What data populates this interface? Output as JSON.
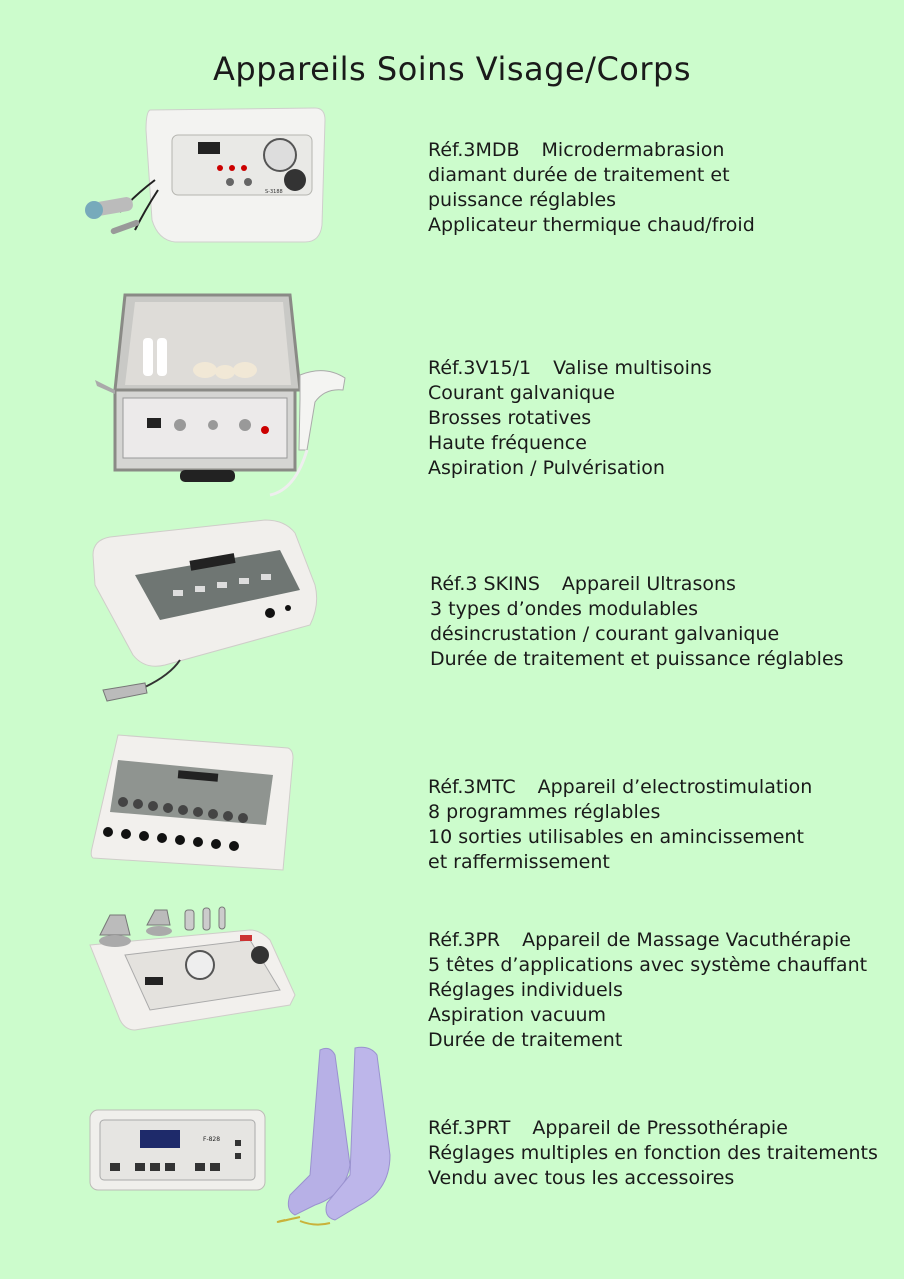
{
  "title": "Appareils Soins Visage/Corps",
  "products": [
    {
      "ref": "Réf.3MDB",
      "name": "Microdermabrasion",
      "lines": [
        "diamant durée de traitement et",
        "puissance réglables",
        "Applicateur thermique chaud/froid"
      ],
      "device_label": "S-3188"
    },
    {
      "ref": "Réf.3V15/1",
      "name": "Valise multisoins",
      "lines": [
        "Courant galvanique",
        "Brosses rotatives",
        "Haute fréquence",
        "Aspiration / Pulvérisation"
      ]
    },
    {
      "ref": "Réf.3 SKINS",
      "name": "Appareil Ultrasons",
      "lines": [
        "3 types d’ondes modulables",
        "désincrustation / courant galvanique",
        "Durée de traitement et puissance réglables"
      ]
    },
    {
      "ref": "Réf.3MTC",
      "name": "Appareil d’electrostimulation",
      "lines": [
        "8 programmes réglables",
        "10 sorties utilisables en amincissement",
        "et raffermissement"
      ]
    },
    {
      "ref": "Réf.3PR",
      "name": "Appareil de Massage Vacuthérapie",
      "lines": [
        "5 têtes d’applications avec système chauffant",
        "Réglages individuels",
        "Aspiration vacuum",
        "Durée de traitement"
      ]
    },
    {
      "ref": "Réf.3PRT",
      "name": "Appareil de Pressothérapie",
      "lines": [
        "Réglages multiples en fonction des traitements",
        "Vendu avec tous les accessoires"
      ],
      "device_label": "F-828"
    }
  ]
}
